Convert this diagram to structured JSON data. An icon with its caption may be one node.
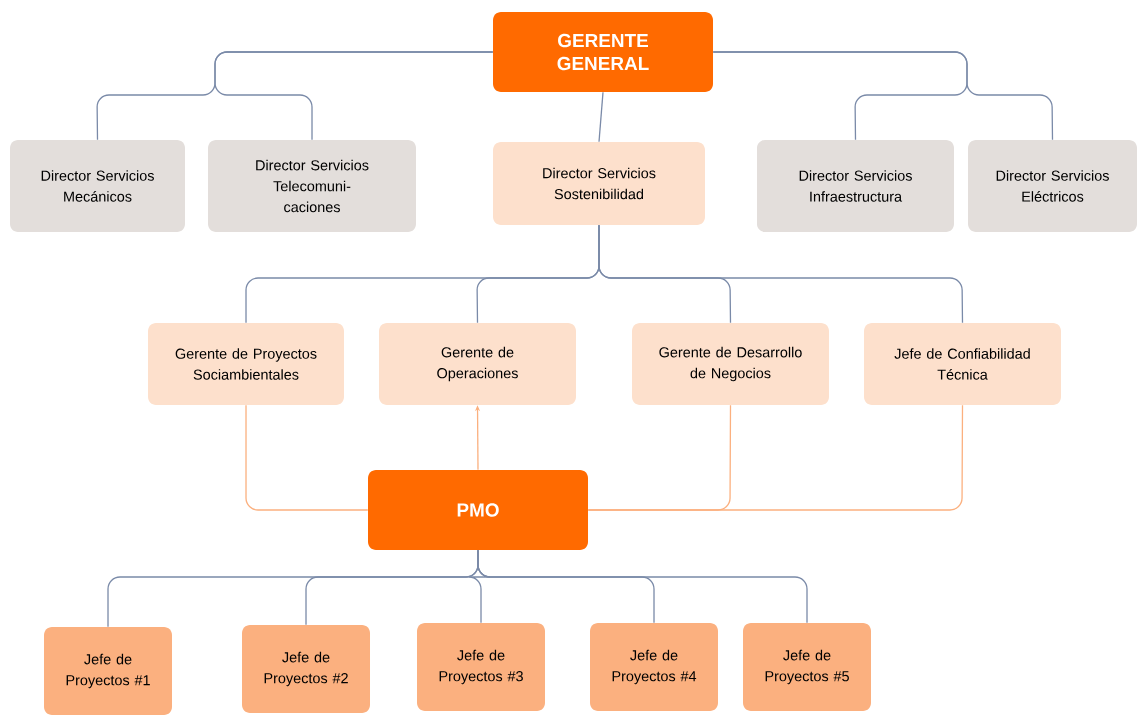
{
  "diagram": {
    "nodes": [
      {
        "text": [
          "GERENTE GENERAL"
        ]
      },
      {
        "text": [
          "Director Servicios Mecánicos"
        ]
      },
      {
        "text": [
          "Director Servicios Telecomuni-caciones"
        ]
      },
      {
        "text": [
          "Director Servicios Sostenibilidad"
        ]
      },
      {
        "text": [
          "Director Servicios Infraestructura"
        ]
      },
      {
        "text": [
          "Director Servicios Eléctricos"
        ]
      },
      {
        "text": [
          "Gerente de Proyectos Sociambientales"
        ]
      },
      {
        "text": [
          "Gerente de Operaciones"
        ]
      },
      {
        "text": [
          "Gerente de Desarrollo de Negocios"
        ]
      },
      {
        "text": [
          "Jefe de Confiabilidad Técnica"
        ]
      },
      {
        "text": [
          "PMO"
        ]
      },
      {
        "text": [
          "Jefe de Proyectos #1"
        ]
      },
      {
        "text": [
          "Jefe de Proyectos #2"
        ]
      },
      {
        "text": [
          "Jefe de Proyectos #3"
        ]
      },
      {
        "text": [
          "Jefe de Proyectos #4"
        ]
      },
      {
        "text": [
          "Jefe de Proyectos #5"
        ]
      }
    ],
    "edges": [
      {
        "from": 0,
        "to": 1,
        "arrow": "none"
      },
      {
        "from": 0,
        "to": 2,
        "arrow": "none"
      },
      {
        "from": 0,
        "to": 3,
        "arrow": "none"
      },
      {
        "from": 0,
        "to": 4,
        "arrow": "none"
      },
      {
        "from": 0,
        "to": 5,
        "arrow": "none"
      },
      {
        "from": 3,
        "to": 6,
        "arrow": "none"
      },
      {
        "from": 3,
        "to": 7,
        "arrow": "none"
      },
      {
        "from": 3,
        "to": 8,
        "arrow": "none"
      },
      {
        "from": 3,
        "to": 9,
        "arrow": "none"
      },
      {
        "from": 10,
        "to": 6,
        "arrow": "none",
        "color": "#fbb07f"
      },
      {
        "from": 10,
        "to": 7,
        "arrow": "to",
        "color": "#fbb07f"
      },
      {
        "from": 10,
        "to": 8,
        "arrow": "none",
        "color": "#fbb07f"
      },
      {
        "from": 10,
        "to": 9,
        "arrow": "none",
        "color": "#fbb07f"
      },
      {
        "from": 10,
        "to": 11,
        "arrow": "none"
      },
      {
        "from": 10,
        "to": 12,
        "arrow": "none"
      },
      {
        "from": 10,
        "to": 13,
        "arrow": "none"
      },
      {
        "from": 10,
        "to": 14,
        "arrow": "none"
      },
      {
        "from": 10,
        "to": 15,
        "arrow": "none"
      }
    ]
  }
}
